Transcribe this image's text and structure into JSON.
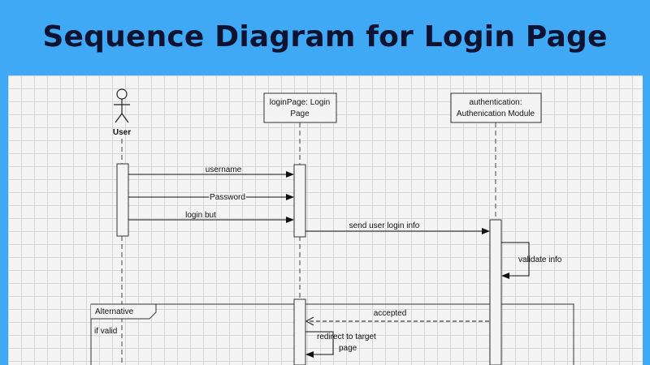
{
  "title": "Sequence Diagram for Login Page",
  "lifelines": {
    "user": "User",
    "login_page_line1": "loginPage: Login",
    "login_page_line2": "Page",
    "auth_line1": "authentication:",
    "auth_line2": "Authenication Module"
  },
  "messages": {
    "username": "username",
    "password": "Password",
    "login_button": "login but",
    "send_login_info": "send user login info",
    "validate_info": "validate info",
    "accepted": "accepted",
    "redirect_line1": "redirect to target",
    "redirect_line2": "page"
  },
  "fragment": {
    "operator": "Alternative",
    "guard": "if valid"
  }
}
